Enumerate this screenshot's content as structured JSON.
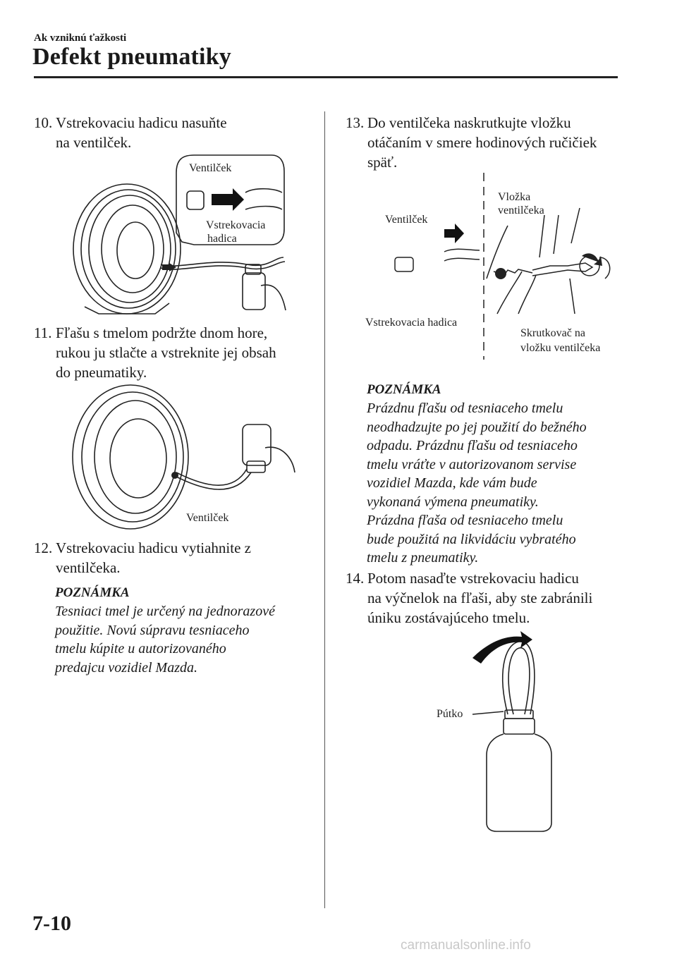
{
  "header": {
    "section": "Ak vzniknú ťažkosti",
    "title": "Defekt pneumatiky"
  },
  "steps": [
    {
      "num": "10.",
      "line1": "Vstrekovaciu hadicu nasuňte",
      "line2": "na ventilček."
    },
    {
      "num": "11.",
      "line1": "Fľašu s tmelom podržte dnom hore,",
      "line2": "rukou ju stlačte a vstreknite jej obsah",
      "line3": "do pneumatiky."
    },
    {
      "num": "12.",
      "line1": "Vstrekovaciu hadicu vytiahnite z",
      "line2": "ventilčeka."
    },
    {
      "num": "13.",
      "line1": "Do ventilčeka naskrutkujte vložku",
      "line2": "otáčaním v smere hodinových ručičiek",
      "line3": "späť."
    },
    {
      "num": "14.",
      "line1": "Potom nasaďte vstrekovaciu hadicu",
      "line2": "na výčnelok na fľaši, aby ste zabránili",
      "line3": "úniku zostávajúceho tmelu."
    }
  ],
  "notes": [
    {
      "heading": "POZNÁMKA",
      "lines": [
        "Tesniaci tmel je určený na jednorazové",
        "použitie. Novú súpravu tesniaceho",
        "tmelu kúpite u autorizovaného",
        "predajcu vozidiel Mazda."
      ]
    },
    {
      "heading": "POZNÁMKA",
      "lines": [
        "Prázdnu fľašu od tesniaceho tmelu",
        "neodhadzujte po jej použití do bežného",
        "odpadu. Prázdnu fľašu od tesniaceho",
        "tmelu vráťte v autorizovanom servise",
        "vozidiel Mazda, kde vám bude",
        "vykonaná výmena pneumatiky.",
        "Prázdna fľaša od tesniaceho tmelu",
        "bude použitá na likvidáciu vybratého",
        "tmelu z pneumatiky."
      ]
    }
  ],
  "figure_labels": {
    "fig1_valve": "Ventilček",
    "fig1_hose_1": "Vstrekovacia",
    "fig1_hose_2": "hadica",
    "fig2_valve": "Ventilček",
    "fig3_valve": "Ventilček",
    "fig3_core_1": "Vložka",
    "fig3_core_2": "ventilčeka",
    "fig3_hose": "Vstrekovacia hadica",
    "fig3_tool_1": "Skrutkovač na",
    "fig3_tool_2": "vložku ventilčeka",
    "fig4_loop": "Pútko"
  },
  "footer": {
    "page_number": "7-10",
    "watermark": "carmanualsonline.info"
  },
  "colors": {
    "text": "#1a1a1a",
    "line": "#222222",
    "watermark": "#c8c8c8"
  }
}
